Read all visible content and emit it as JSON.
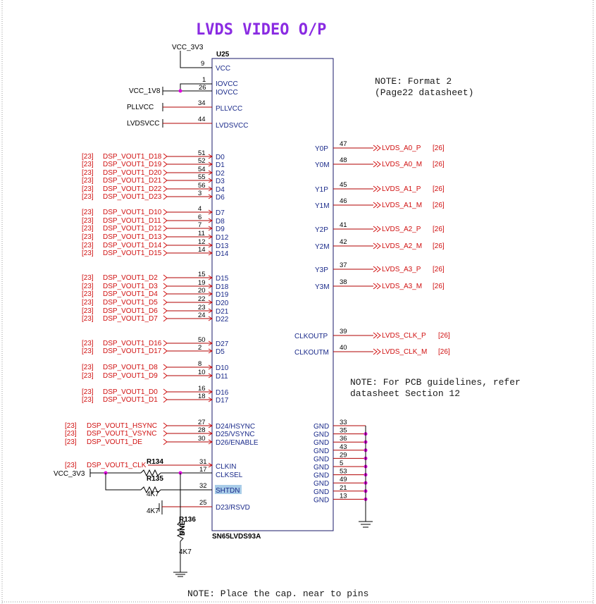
{
  "title": "LVDS VIDEO O/P",
  "notes": {
    "format": "NOTE:  Format 2",
    "format2": "(Page22 datasheet)",
    "pcb": "NOTE:  For PCB guidelines, refer",
    "pcb2": "datasheet Section 12",
    "cap": "NOTE:  Place the cap. near to pins"
  },
  "part": {
    "ref": "U25",
    "value": "SN65LVDS93A"
  },
  "power": {
    "vcc3v3_top": "VCC_3V3",
    "vcc1v8": "VCC_1V8",
    "pllvcc": "PLLVCC",
    "lvdsvcc": "LVDSVCC",
    "vcc3v3_left": "VCC_3V3"
  },
  "power_pins": [
    {
      "num": "9",
      "name": "VCC"
    },
    {
      "num": "1",
      "name": "IOVCC"
    },
    {
      "num": "26",
      "name": "IOVCC"
    },
    {
      "num": "34",
      "name": "PLLVCC"
    },
    {
      "num": "44",
      "name": "LVDSVCC"
    }
  ],
  "data_pins": [
    {
      "ref": "[23]",
      "net": "DSP_VOUT1_D18",
      "num": "51",
      "name": "D0"
    },
    {
      "ref": "[23]",
      "net": "DSP_VOUT1_D19",
      "num": "52",
      "name": "D1"
    },
    {
      "ref": "[23]",
      "net": "DSP_VOUT1_D20",
      "num": "54",
      "name": "D2"
    },
    {
      "ref": "[23]",
      "net": "DSP_VOUT1_D21",
      "num": "55",
      "name": "D3"
    },
    {
      "ref": "[23]",
      "net": "DSP_VOUT1_D22",
      "num": "56",
      "name": "D4"
    },
    {
      "ref": "[23]",
      "net": "DSP_VOUT1_D23",
      "num": "3",
      "name": "D6"
    },
    {
      "ref": "[23]",
      "net": "DSP_VOUT1_D10",
      "num": "4",
      "name": "D7"
    },
    {
      "ref": "[23]",
      "net": "DSP_VOUT1_D11",
      "num": "6",
      "name": "D8"
    },
    {
      "ref": "[23]",
      "net": "DSP_VOUT1_D12",
      "num": "7",
      "name": "D9"
    },
    {
      "ref": "[23]",
      "net": "DSP_VOUT1_D13",
      "num": "11",
      "name": "D12"
    },
    {
      "ref": "[23]",
      "net": "DSP_VOUT1_D14",
      "num": "12",
      "name": "D13"
    },
    {
      "ref": "[23]",
      "net": "DSP_VOUT1_D15",
      "num": "14",
      "name": "D14"
    },
    {
      "ref": "[23]",
      "net": "DSP_VOUT1_D2",
      "num": "15",
      "name": "D15"
    },
    {
      "ref": "[23]",
      "net": "DSP_VOUT1_D3",
      "num": "19",
      "name": "D18"
    },
    {
      "ref": "[23]",
      "net": "DSP_VOUT1_D4",
      "num": "20",
      "name": "D19"
    },
    {
      "ref": "[23]",
      "net": "DSP_VOUT1_D5",
      "num": "22",
      "name": "D20"
    },
    {
      "ref": "[23]",
      "net": "DSP_VOUT1_D6",
      "num": "23",
      "name": "D21"
    },
    {
      "ref": "[23]",
      "net": "DSP_VOUT1_D7",
      "num": "24",
      "name": "D22"
    },
    {
      "ref": "[23]",
      "net": "DSP_VOUT1_D16",
      "num": "50",
      "name": "D27"
    },
    {
      "ref": "[23]",
      "net": "DSP_VOUT1_D17",
      "num": "2",
      "name": "D5"
    },
    {
      "ref": "[23]",
      "net": "DSP_VOUT1_D8",
      "num": "8",
      "name": "D10"
    },
    {
      "ref": "[23]",
      "net": "DSP_VOUT1_D9",
      "num": "10",
      "name": "D11"
    },
    {
      "ref": "[23]",
      "net": "DSP_VOUT1_D0",
      "num": "16",
      "name": "D16"
    },
    {
      "ref": "[23]",
      "net": "DSP_VOUT1_D1",
      "num": "18",
      "name": "D17"
    }
  ],
  "sync_pins": [
    {
      "ref": "[23]",
      "net": "DSP_VOUT1_HSYNC",
      "num": "27",
      "name": "D24/HSYNC"
    },
    {
      "ref": "[23]",
      "net": "DSP_VOUT1_VSYNC",
      "num": "28",
      "name": "D25/VSYNC"
    },
    {
      "ref": "[23]",
      "net": "DSP_VOUT1_DE",
      "num": "30",
      "name": "D26/ENABLE"
    }
  ],
  "clk_pin": {
    "ref": "[23]",
    "net": "DSP_VOUT1_CLK",
    "num": "31",
    "name": "CLKIN"
  },
  "ctrl_pins": [
    {
      "num": "17",
      "name": "CLKSEL"
    },
    {
      "num": "32",
      "name": "SHTDN"
    },
    {
      "num": "25",
      "name": "D23/RSVD"
    }
  ],
  "resistors": [
    {
      "ref": "R134",
      "value": "4K7"
    },
    {
      "ref": "R135",
      "value": "4K7"
    },
    {
      "ref": "R136",
      "value": "4K7",
      "dnp": "DNE"
    }
  ],
  "lvds_pins": [
    {
      "name": "Y0P",
      "num": "47",
      "net": "LVDS_A0_P",
      "ref": "[26]"
    },
    {
      "name": "Y0M",
      "num": "48",
      "net": "LVDS_A0_M",
      "ref": "[26]"
    },
    {
      "name": "Y1P",
      "num": "45",
      "net": "LVDS_A1_P",
      "ref": "[26]"
    },
    {
      "name": "Y1M",
      "num": "46",
      "net": "LVDS_A1_M",
      "ref": "[26]"
    },
    {
      "name": "Y2P",
      "num": "41",
      "net": "LVDS_A2_P",
      "ref": "[26]"
    },
    {
      "name": "Y2M",
      "num": "42",
      "net": "LVDS_A2_M",
      "ref": "[26]"
    },
    {
      "name": "Y3P",
      "num": "37",
      "net": "LVDS_A3_P",
      "ref": "[26]"
    },
    {
      "name": "Y3M",
      "num": "38",
      "net": "LVDS_A3_M",
      "ref": "[26]"
    },
    {
      "name": "CLKOUTP",
      "num": "39",
      "net": "LVDS_CLK_P",
      "ref": "[26]"
    },
    {
      "name": "CLKOUTM",
      "num": "40",
      "net": "LVDS_CLK_M",
      "ref": "[26]"
    }
  ],
  "gnd_pins": [
    {
      "num": "33",
      "name": "GND"
    },
    {
      "num": "35",
      "name": "GND"
    },
    {
      "num": "36",
      "name": "GND"
    },
    {
      "num": "43",
      "name": "GND"
    },
    {
      "num": "29",
      "name": "GND"
    },
    {
      "num": "5",
      "name": "GND"
    },
    {
      "num": "53",
      "name": "GND"
    },
    {
      "num": "49",
      "name": "GND"
    },
    {
      "num": "21",
      "name": "GND"
    },
    {
      "num": "13",
      "name": "GND"
    }
  ],
  "colors": {
    "net": "#d01010",
    "wire": "#b00000",
    "junction": "#e000e0",
    "title": "#8a2be2",
    "pin_name": "#1a2a8a",
    "highlight": "#a8cce8"
  }
}
